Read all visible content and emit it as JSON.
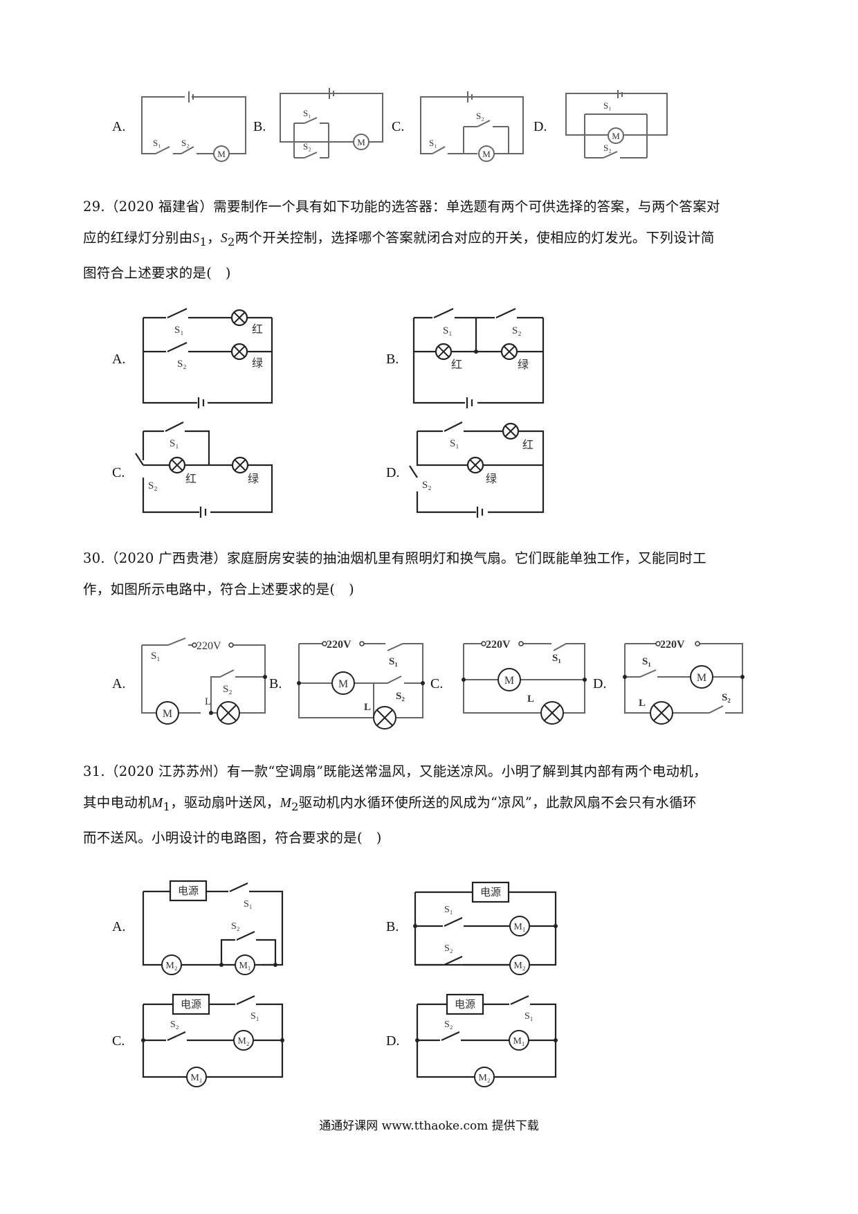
{
  "q28": {
    "options": [
      "A.",
      "B.",
      "C.",
      "D."
    ]
  },
  "q29": {
    "line1": "29.（2020 福建省）需要制作一个具有如下功能的选答器：单选题有两个可供选择的答案，与两个答案对",
    "line2a": "应的红绿灯分别由",
    "s1": "S",
    "sub1": "1",
    "comma": "，",
    "s2": "S",
    "sub2": "2",
    "line2b": "两个开关控制，选择哪个答案就闭合对应的开关，使相应的灯发光。下列设计简",
    "line3": "图符合上述要求的是(　)",
    "options": [
      "A.",
      "B.",
      "C.",
      "D."
    ],
    "labels": {
      "red": "红",
      "green": "绿",
      "S1": "S₁",
      "S2": "S₂"
    }
  },
  "q30": {
    "line1": "30.（2020 广西贵港）家庭厨房安装的抽油烟机里有照明灯和换气扇。它们既能单独工作，又能同时工",
    "line2": "作，如图所示电路中，符合上述要求的是(　)",
    "options": [
      "A.",
      "B.",
      "C.",
      "D."
    ],
    "labels": {
      "voltage": "220V",
      "S1": "S₁",
      "S2": "S₂",
      "L": "L",
      "M": "M"
    }
  },
  "q31": {
    "line1": "31.（2020 江苏苏州）有一款“空调扇”既能送常温风，又能送凉风。小明了解到其内部有两个电动机，",
    "line2a": "其中电动机",
    "m1": "M",
    "msub1": "1",
    "line2b": "，驱动扇叶送风，",
    "m2": "M",
    "msub2": "2",
    "line2c": "驱动机内水循环使所送的风成为“凉风”，此款风扇不会只有水循环",
    "line3": "而不送风。小明设计的电路图，符合要求的是(　)",
    "options": [
      "A.",
      "B.",
      "C.",
      "D."
    ],
    "labels": {
      "power": "电源",
      "S1": "S₁",
      "S2": "S₂",
      "M1": "M₁",
      "M2": "M₂"
    }
  },
  "footer": "通通好课网 www.tthaoke.com 提供下载"
}
